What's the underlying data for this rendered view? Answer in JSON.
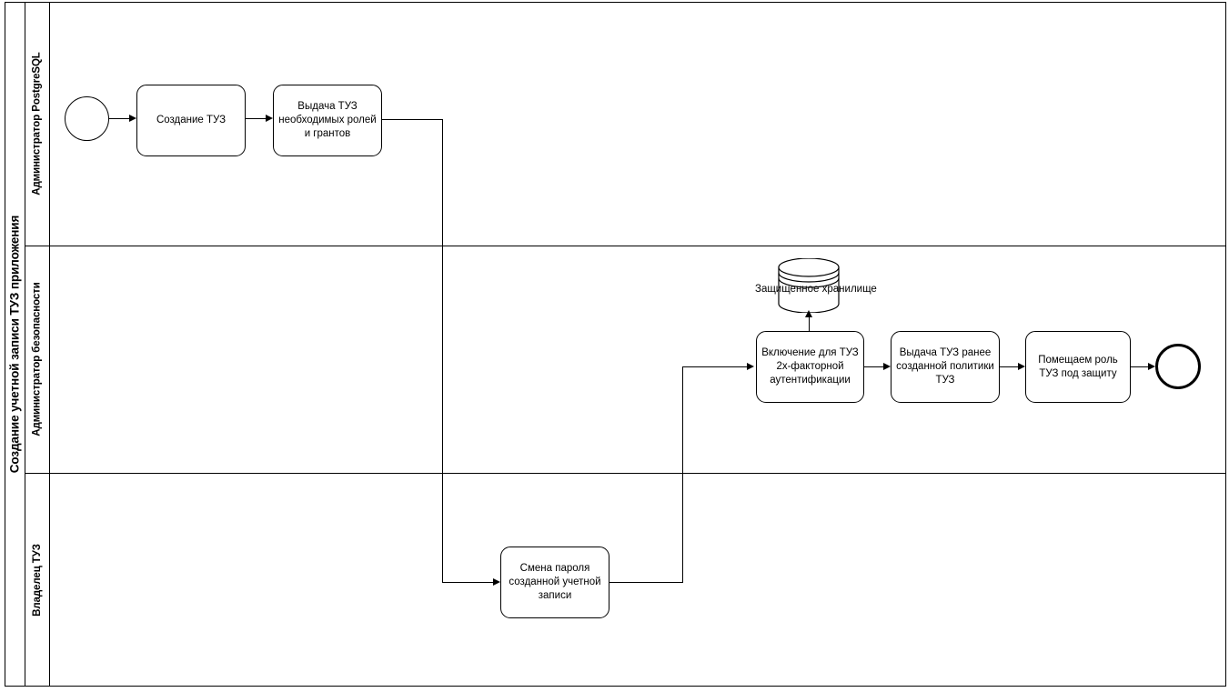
{
  "pool": {
    "title": "Создание учетной записи ТУЗ приложения"
  },
  "lanes": [
    {
      "id": "lane-admin-postgresql",
      "title": "Администратор PostgreSQL"
    },
    {
      "id": "lane-admin-security",
      "title": "Администратор безопасности"
    },
    {
      "id": "lane-tuz-owner",
      "title": "Владелец ТУЗ"
    }
  ],
  "events": {
    "start": {
      "name": "start-event",
      "label": ""
    },
    "end": {
      "name": "end-event",
      "label": ""
    }
  },
  "tasks": {
    "create_tuz": "Создание ТУЗ",
    "grant_roles": "Выдача ТУЗ необходимых ролей и грантов",
    "change_password": "Смена пароля созданной учетной записи",
    "enable_2fa": "Включение для ТУЗ 2х-факторной аутентификации",
    "apply_policy": "Выдача ТУЗ ранее созданной политики ТУЗ",
    "protect_role": "Помещаем роль ТУЗ под защиту"
  },
  "datastore": {
    "label": "Защищенное хранилище"
  },
  "colors": {
    "stroke": "#000000",
    "fill": "#ffffff"
  }
}
